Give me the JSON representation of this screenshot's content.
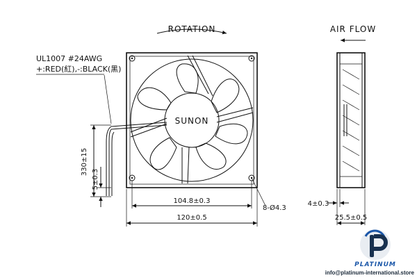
{
  "labels": {
    "rotation": "ROTATION",
    "air_flow": "AIR FLOW",
    "brand_center": "SUNON",
    "wire_spec_line1": "UL1007  #24AWG",
    "wire_spec_line2": "+:RED(紅),-:BLACK(黑)"
  },
  "dimensions": {
    "hole_spacing": "104.8±0.3",
    "frame_width": "120±0.5",
    "mount_holes": "8-Ø4.3",
    "lead_length": "330±15",
    "strip_length": "5±0.3",
    "flange_thickness": "4±0.3",
    "fan_depth": "25.5±0.5"
  },
  "watermark": {
    "brand": "PLATINUM",
    "email": "info@platinum-international.store",
    "accent_color": "#1a56a8",
    "logo_color": "#17304f"
  }
}
